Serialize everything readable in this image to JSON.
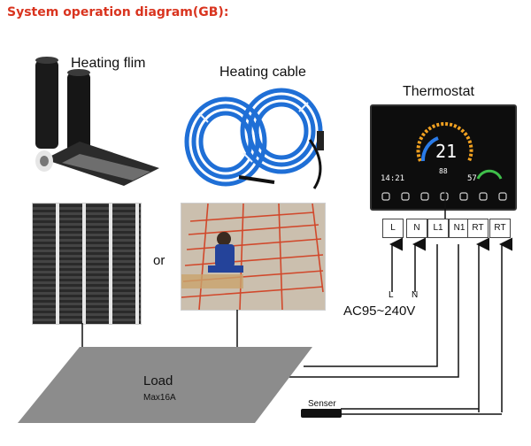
{
  "title": "System operation diagram(GB):",
  "labels": {
    "heating_film": "Heating flim",
    "heating_cable": "Heating cable",
    "thermostat": "Thermostat",
    "or": "or",
    "load": "Load",
    "load_max": "Max16A",
    "sensor": "Senser",
    "live": "L",
    "neutral": "N",
    "voltage": "AC95~240V"
  },
  "terminals": [
    "L",
    "N",
    "L1",
    "N1",
    "RT",
    "RT"
  ],
  "thermostat_display": {
    "temperature": "21",
    "time": "14:21",
    "set_temp": "88",
    "humidity": "57"
  },
  "colors": {
    "title": "#d9341f",
    "cable_blue": "#1f6fd6",
    "heating_wire": "#d1482b",
    "load_panel": "#8c8c8c"
  }
}
